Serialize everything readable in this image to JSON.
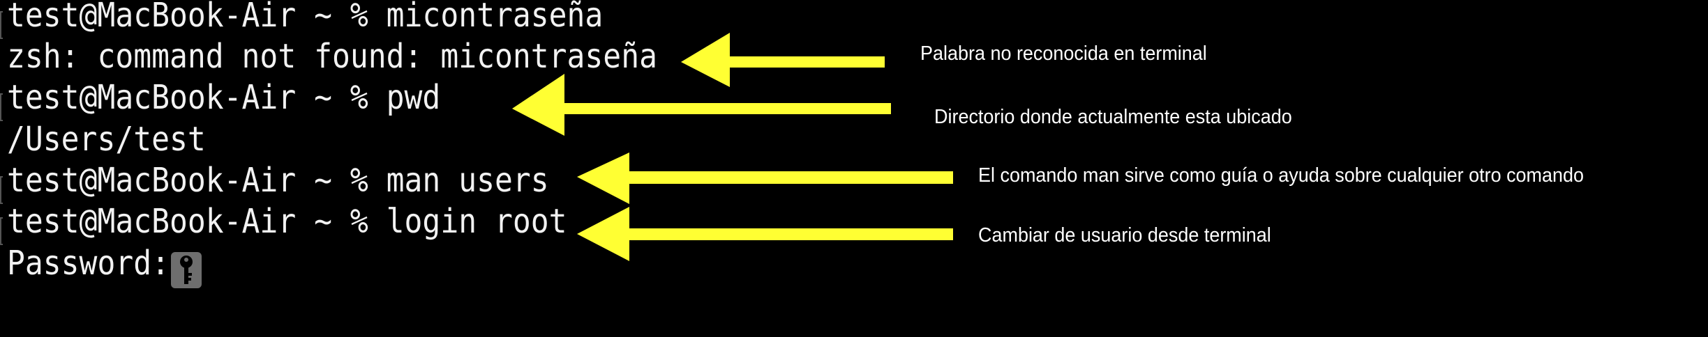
{
  "terminal": {
    "lines": [
      {
        "text": "test@MacBook-Air ~ % micontraseña",
        "prompt": true
      },
      {
        "text": "zsh: command not found: micontraseña",
        "prompt": false
      },
      {
        "text": "test@MacBook-Air ~ % pwd",
        "prompt": true
      },
      {
        "text": "/Users/test",
        "prompt": false
      },
      {
        "text": "test@MacBook-Air ~ % man users",
        "prompt": true
      },
      {
        "text": "test@MacBook-Air ~ % login root",
        "prompt": true
      },
      {
        "text": "Password:",
        "prompt": false
      }
    ],
    "password_icon": "key-icon"
  },
  "annotations": [
    {
      "label": "Palabra no reconocida en terminal"
    },
    {
      "label": "Directorio donde actualmente esta ubicado"
    },
    {
      "label": "El comando man sirve como guía o ayuda sobre cualquier otro comando"
    },
    {
      "label": "Cambiar de usuario desde terminal"
    }
  ],
  "colors": {
    "background": "#000000",
    "text": "#f2f2f2",
    "arrow": "#ffff33",
    "key_bg": "#6e6e6e"
  }
}
